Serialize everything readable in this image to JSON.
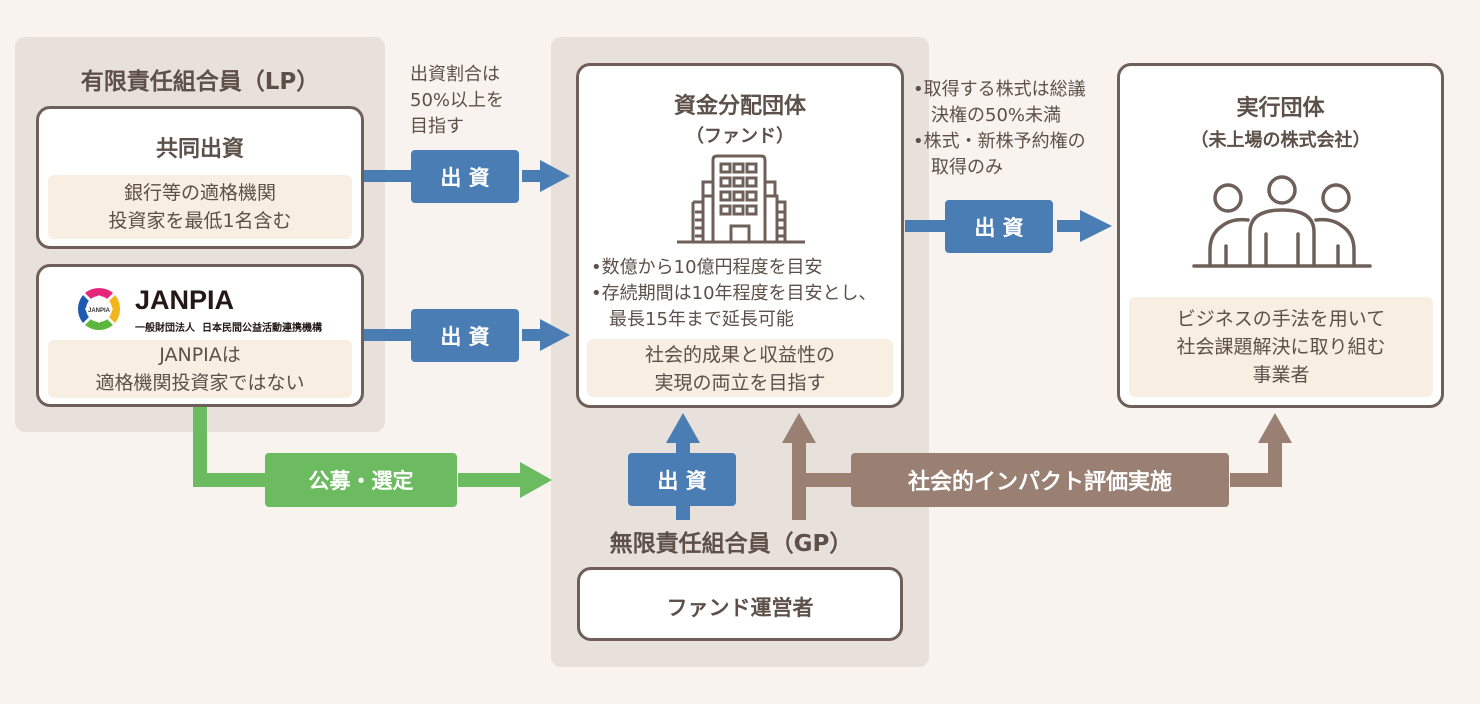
{
  "lp_group": {
    "title": "有限責任組合員（LP）",
    "joint_card": {
      "title": "共同出資",
      "note_lines": [
        "銀行等の適格機関",
        "投資家を最低1名含む"
      ]
    },
    "janpia_card": {
      "logo_badge": "JANPIA",
      "logo_name": "JANPIA",
      "logo_subtitle": "一般財団法人  日本民間公益活動連携機構",
      "note_lines": [
        "JANPIAは",
        "適格機関投資家ではない"
      ]
    }
  },
  "investment_ratio_note": [
    "出資割合は",
    "50%以上を",
    "目指す"
  ],
  "fund": {
    "title": "資金分配団体",
    "subtitle": "（ファンド）",
    "icon": "building-icon",
    "bullets": [
      "•数億から10億円程度を目安",
      "•存続期間は10年程度を目安とし、",
      "　最長15年まで延長可能"
    ],
    "note_lines": [
      "社会的成果と収益性の",
      "実現の両立を目指す"
    ]
  },
  "share_note": [
    "•取得する株式は総議",
    "　決権の50%未満",
    "•株式・新株予約権の",
    "　取得のみ"
  ],
  "executor": {
    "title": "実行団体",
    "subtitle": "（未上場の株式会社）",
    "icon": "people-icon",
    "note_lines": [
      "ビジネスの手法を用いて",
      "社会課題解決に取り組む",
      "事業者"
    ]
  },
  "gp_group": {
    "title": "無限責任組合員（GP）",
    "card_label": "ファンド運営者"
  },
  "flow_labels": {
    "invest_joint": "出 資",
    "invest_janpia": "出 資",
    "invest_executor": "出 資",
    "invest_gp": "出 資",
    "selection": "公募・選定",
    "impact": "社会的インパクト評価実施"
  },
  "colors": {
    "investment": "#4a7db4",
    "selection": "#6cbb60",
    "impact": "#9a7f73"
  }
}
